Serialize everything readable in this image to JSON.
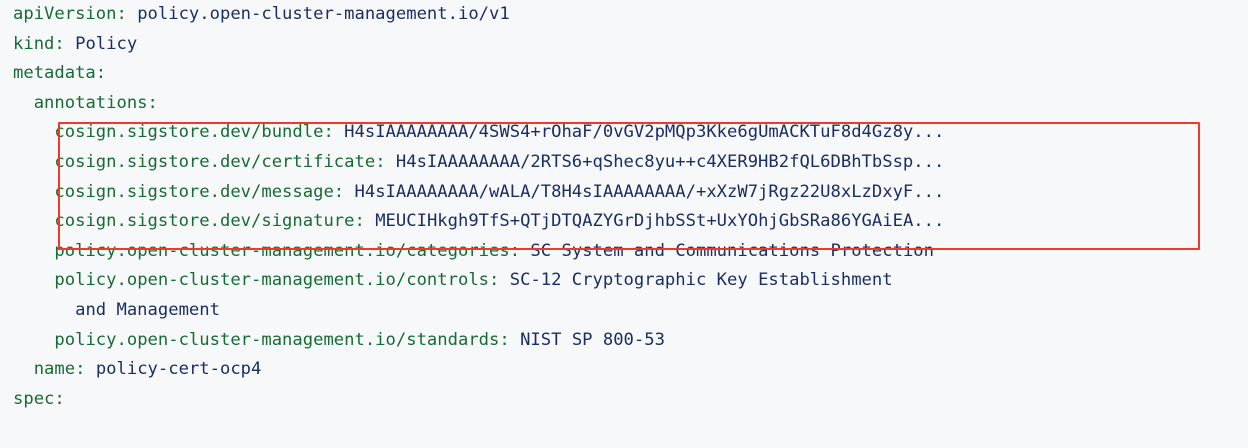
{
  "editor": {
    "language": "yaml",
    "background_color": "#f7f8fa",
    "key_color": "#176b34",
    "value_color": "#1c2d63",
    "highlight_border_color": "#f0392b"
  },
  "highlight": {
    "label": "signed-annotations-highlight",
    "covers_lines": [
      5,
      6,
      7,
      8
    ]
  },
  "lines": [
    {
      "id": "line-1",
      "indent": 0,
      "key": "apiVersion",
      "sep": ": ",
      "value": "policy.open-cluster-management.io/v1"
    },
    {
      "id": "line-2",
      "indent": 0,
      "key": "kind",
      "sep": ": ",
      "value": "Policy"
    },
    {
      "id": "line-3",
      "indent": 0,
      "key": "metadata",
      "sep": ":",
      "value": ""
    },
    {
      "id": "line-4",
      "indent": 2,
      "key": "annotations",
      "sep": ":",
      "value": ""
    },
    {
      "id": "line-5",
      "indent": 4,
      "key": "cosign.sigstore.dev/bundle",
      "sep": ": ",
      "value": "H4sIAAAAAAAA/4SWS4+rOhaF/0vGV2pMQp3Kke6gUmACKTuF8d4Gz8y..."
    },
    {
      "id": "line-6",
      "indent": 4,
      "key": "cosign.sigstore.dev/certificate",
      "sep": ": ",
      "value": "H4sIAAAAAAAA/2RTS6+qShec8yu++c4XER9HB2fQL6DBhTbSsp..."
    },
    {
      "id": "line-7",
      "indent": 4,
      "key": "cosign.sigstore.dev/message",
      "sep": ": ",
      "value": "H4sIAAAAAAAA/wALA/T8H4sIAAAAAAAA/+xXzW7jRgz22U8xLzDxyF..."
    },
    {
      "id": "line-8",
      "indent": 4,
      "key": "cosign.sigstore.dev/signature",
      "sep": ": ",
      "value": "MEUCIHkgh9TfS+QTjDTQAZYGrDjhbSSt+UxYOhjGbSRa86YGAiEA..."
    },
    {
      "id": "line-9",
      "indent": 4,
      "key": "policy.open-cluster-management.io/categories",
      "sep": ": ",
      "value": "SC System and Communications Protection"
    },
    {
      "id": "line-10",
      "indent": 4,
      "key": "policy.open-cluster-management.io/controls",
      "sep": ": ",
      "value": "SC-12 Cryptographic Key Establishment"
    },
    {
      "id": "line-11",
      "indent": 6,
      "key": "",
      "sep": "",
      "value": "and Management"
    },
    {
      "id": "line-12",
      "indent": 4,
      "key": "policy.open-cluster-management.io/standards",
      "sep": ": ",
      "value": "NIST SP 800-53"
    },
    {
      "id": "line-13",
      "indent": 2,
      "key": "name",
      "sep": ": ",
      "value": "policy-cert-ocp4"
    },
    {
      "id": "line-14",
      "indent": 0,
      "key": "spec",
      "sep": ":",
      "value": ""
    }
  ]
}
